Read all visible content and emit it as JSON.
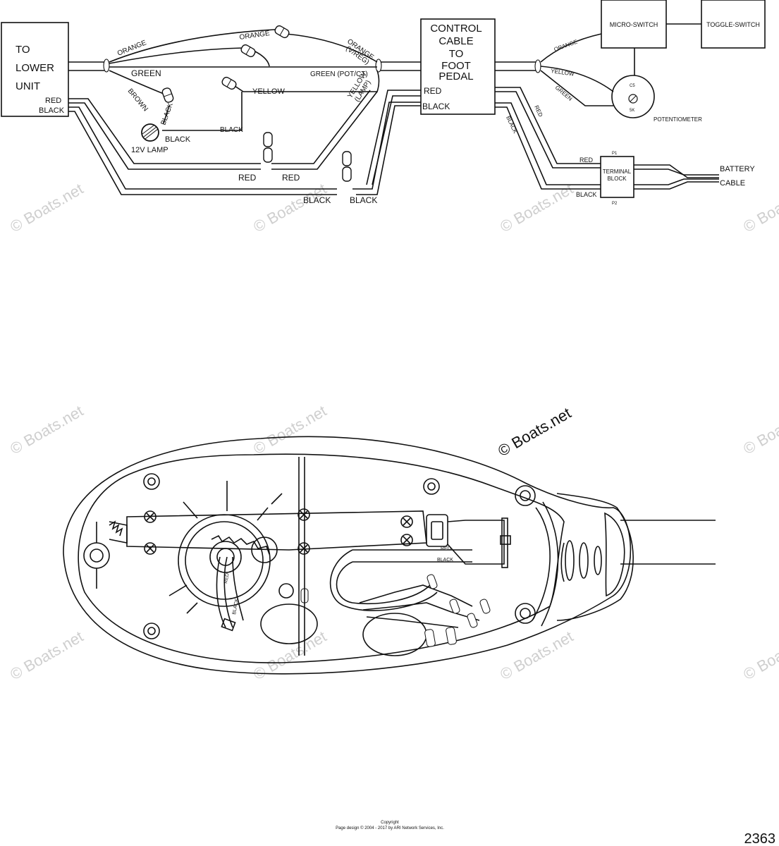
{
  "wiring_diagram": {
    "lower_unit_box": [
      "TO",
      "LOWER",
      "UNIT"
    ],
    "lower_unit_wires": {
      "red": "RED",
      "black": "BLACK"
    },
    "control_cable_box": [
      "CONTROL",
      "CABLE",
      "TO",
      "FOOT",
      "PEDAL"
    ],
    "control_cable_wires": {
      "red": "RED",
      "black": "BLACK"
    },
    "wire_labels": {
      "orange_top": "ORANGE",
      "orange_left": "ORANGE",
      "orange_vreg": "ORANGE",
      "vreg": "(V/REG)",
      "green": "GREEN",
      "green_pot": "GREEN (POT/CT)",
      "brown": "BROWN",
      "yellow": "YELLOW",
      "yellow_lamp": "YELLOW",
      "lamp": "(LAMP)",
      "black_lamp_1": "BLACK",
      "black_lamp_2": "BLACK",
      "black_yellow": "BLACK",
      "red_1": "RED",
      "red_2": "RED",
      "black_1": "BLACK",
      "black_2": "BLACK"
    },
    "lamp_label": "12V LAMP",
    "micro_switch": "MICRO-SWITCH",
    "toggle_switch": "TOGGLE-SWITCH",
    "potentiometer": "POTENTIOMETER",
    "pot_c": "C5",
    "pot_value": "5K",
    "right_wire_labels": {
      "orange": "ORANGE",
      "yellow": "YELLOW",
      "green": "GREEN",
      "red_diag": "RED",
      "black_diag": "BLACK",
      "red_tb": "RED",
      "black_tb": "BLACK"
    },
    "terminal_block": [
      "TERMINAL",
      "BLOCK"
    ],
    "terminal_p1": "P1",
    "terminal_p2": "P2",
    "battery_cable": [
      "BATTERY",
      "CABLE"
    ]
  },
  "housing_diagram": {
    "red_label": "RED",
    "black_label": "BLACK",
    "wire_red": "RED",
    "wire_black": "BLACK"
  },
  "watermark": "© Boats.net",
  "copyright_line_1": "Copyright",
  "copyright_line_2": "Page design © 2004 - 2017 by ARI Network Services, Inc.",
  "figure_number": "2363"
}
